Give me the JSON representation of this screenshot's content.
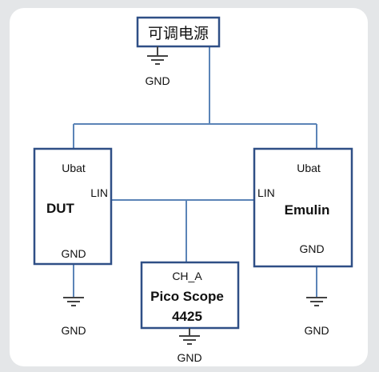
{
  "power_supply": {
    "label": "可调电源",
    "gnd": "GND"
  },
  "dut": {
    "title": "DUT",
    "ubat": "Ubat",
    "lin": "LIN",
    "gnd": "GND",
    "ground": "GND"
  },
  "emulin": {
    "title": "Emulin",
    "ubat": "Ubat",
    "lin": "LIN",
    "gnd": "GND",
    "ground": "GND"
  },
  "scope": {
    "channel": "CH_A",
    "title_line1": "Pico Scope",
    "title_line2": "4425",
    "ground": "GND"
  },
  "colors": {
    "wire": "#5b84b7",
    "box_border": "#2f4f86",
    "ground": "#444444",
    "background": "#e4e6e8",
    "panel": "#ffffff"
  }
}
